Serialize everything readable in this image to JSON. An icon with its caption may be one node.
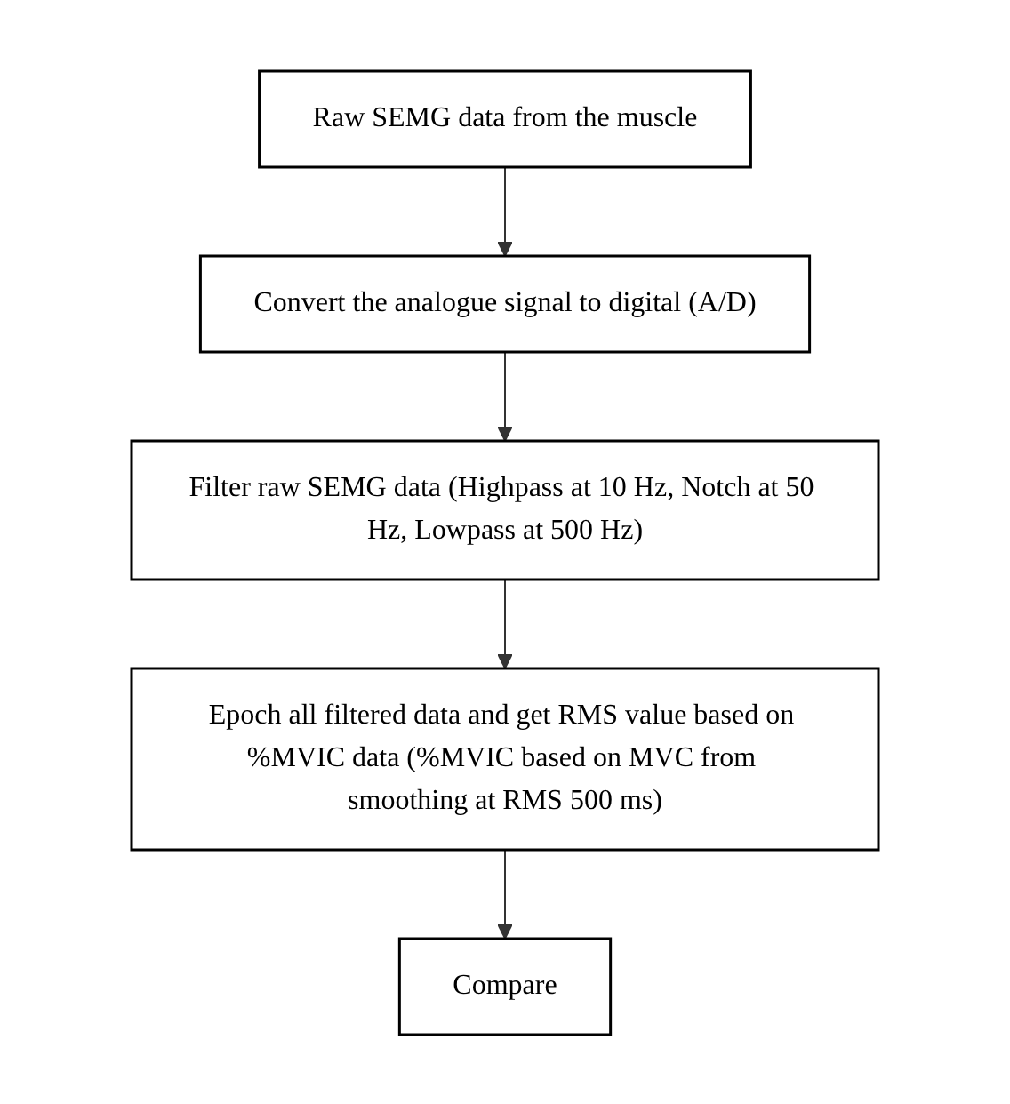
{
  "diagram": {
    "nodes": [
      {
        "text": [
          "Raw SEMG data from the muscle"
        ]
      },
      {
        "text": [
          "Convert the analogue signal to digital (A/D)"
        ]
      },
      {
        "text": [
          "Filter raw SEMG data (Highpass at 10 Hz, Notch at 50 Hz, Lowpass at 500 Hz)"
        ]
      },
      {
        "text": [
          "Epoch all filtered data and get RMS value based on %MVIC data (%MVIC based on MVC from smoothing at RMS 500 ms)"
        ]
      },
      {
        "text": [
          "Compare"
        ]
      }
    ],
    "edges": [
      {
        "from": 0,
        "to": 1,
        "arrow": "to"
      },
      {
        "from": 1,
        "to": 2,
        "arrow": "to"
      },
      {
        "from": 2,
        "to": 3,
        "arrow": "to"
      },
      {
        "from": 3,
        "to": 4,
        "arrow": "to"
      }
    ]
  }
}
